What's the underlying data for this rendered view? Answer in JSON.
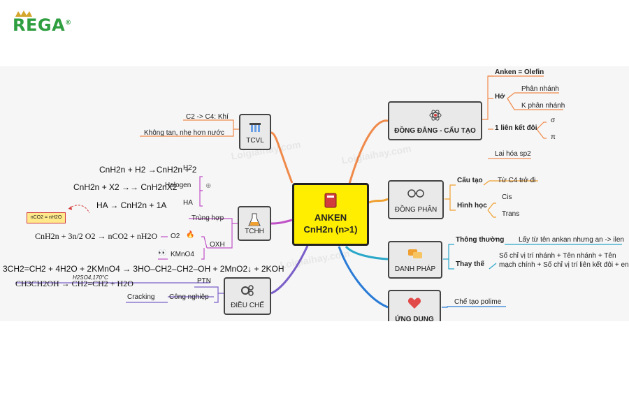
{
  "brand": {
    "name": "REGA",
    "mark": "®"
  },
  "watermark": "Loigiaihay.com",
  "center": {
    "title": "ANKEN",
    "subtitle": "CnH2n (n>1)"
  },
  "right": {
    "dongdang": {
      "label": "ĐỒNG ĐẲNG - CẤU TẠO",
      "name": "Anken = Olefin",
      "ho": "Hở",
      "branched": "Phân nhánh",
      "unbranched": "K phân nhánh",
      "double_bond": "1 liên kết đôi",
      "sigma": "σ",
      "pi": "π",
      "hybrid": "Lai hóa sp2"
    },
    "dongphan": {
      "label": "ĐỒNG PHÂN",
      "structure": "Cấu tạo",
      "structure_note": "Từ C4 trở đi",
      "geometric": "Hình học",
      "cis": "Cis",
      "trans": "Trans"
    },
    "danhphap": {
      "label": "DANH PHÁP",
      "common": "Thông thường",
      "common_note": "Lấy từ tên ankan nhưng an -> ilen",
      "substitute": "Thay thế",
      "substitute_note_1": "Số chỉ vị trí nhánh + Tên nhánh + Tên",
      "substitute_note_2": "mạch chính + Số chỉ vị trí liên kết đôi + en"
    },
    "ungdung": {
      "label": "ỨNG DỤNG",
      "use": "Chế tạo polime"
    }
  },
  "left": {
    "tcvl": {
      "label": "TCVL",
      "fact1": "C2 -> C4: Khí",
      "fact2": "Không tan, nhẹ hơn nước"
    },
    "tchh": {
      "label": "TCHH",
      "addition": {
        "h2": "H2",
        "h2_eq": "CnH2n + H2 →CnH2n + 2",
        "halogen": "Halogen",
        "halogen_eq": "CnH2n + X2 →→ CnH2nX2",
        "ha": "HA",
        "ha_eq": "HA → CnH2n + 1A"
      },
      "polymer": "Trùng hợp",
      "oxidation": {
        "label": "OXH",
        "o2": "O2",
        "o2_eq": "CnH2n + 3n/2 O2 → nCO2 + nH2O",
        "note": "nCO2 = nH2O",
        "kmno4": "KMnO4",
        "kmno4_eq": "3CH2=CH2 + 4H2O + 2KMnO4 → 3HO–CH2–CH2–OH + 2MnO2↓ + 2KOH"
      }
    },
    "dieuche": {
      "label": "ĐIỀU CHẾ",
      "lab": "PTN",
      "lab_eq": "CH3CH2OH → CH2=CH2 + H2O",
      "lab_condition": "H2SO4,170°C",
      "industry": "Công nghiệp",
      "cracking": "Cracking"
    }
  },
  "colors": {
    "center_fill": "#ffee00",
    "node_fill": "#e9e9e9",
    "link_tcvl": "#f08a4b",
    "link_dongdang": "#f08a4b",
    "link_tchh": "#c052c7",
    "link_dongphan": "#f0a030",
    "link_dieuche": "#7b5fc9",
    "link_danhphap": "#2aa7c9",
    "link_ungdung": "#2a7bd6"
  }
}
